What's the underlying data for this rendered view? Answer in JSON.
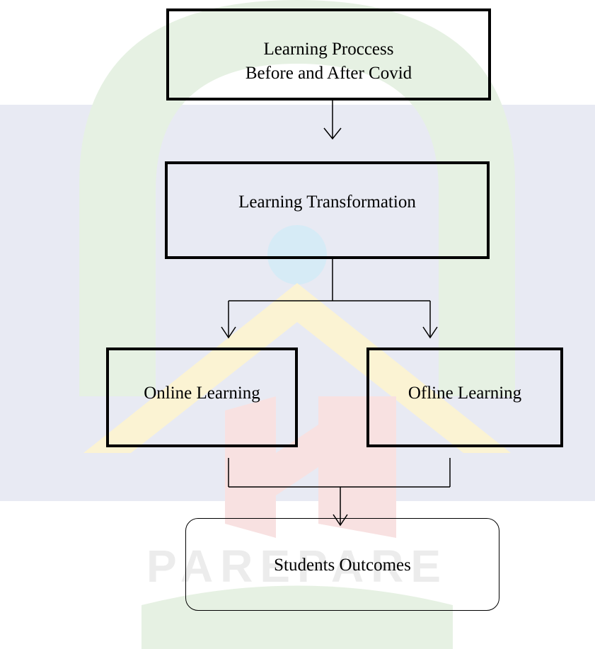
{
  "diagram": {
    "process_box": {
      "line1": "Learning Proccess",
      "line2": "Before and After Covid"
    },
    "transformation_box": {
      "label": "Learning Transformation"
    },
    "online_box": {
      "label": "Online Learning"
    },
    "offline_box": {
      "label": "Ofline Learning"
    },
    "outcomes_box": {
      "label": "Students Outcomes"
    }
  },
  "watermark": {
    "text": "PAREPARE",
    "colors": {
      "green": "#e6f1e3",
      "blue": "#e8eaf3",
      "yellow": "#fbf3d3",
      "red": "#f8e1e1",
      "cyan": "#d6ebf6",
      "gray": "#ececec"
    }
  }
}
